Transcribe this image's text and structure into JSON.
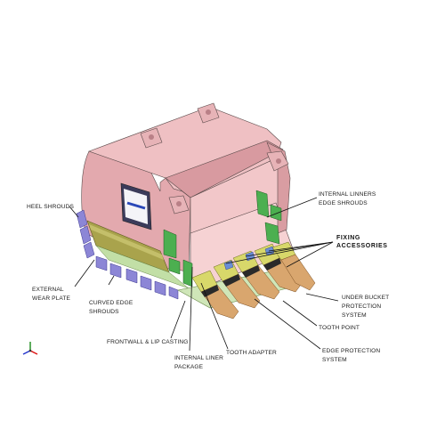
{
  "colors": {
    "bucket_pink": "#e8b0b4",
    "bucket_shadow": "#c99096",
    "liner_green": "#4caf50",
    "shroud_purple": "#8c86d6",
    "wear_plate_olive": "#a6a04a",
    "tooth_tan": "#d9a66e",
    "tooth_adapter": "#d8d86a"
  },
  "labels": {
    "heel_shrouds": "HEEL SHROUDS",
    "external_wear_plate_1": "EXTERNAL",
    "external_wear_plate_2": "WEAR PLATE",
    "curved_edge_shrouds_1": "CURVED EDGE",
    "curved_edge_shrouds_2": "SHROUDS",
    "frontwall_lip_casting": "FRONTWALL & LIP CASTING",
    "internal_liner_package_1": "INTERNAL LINER",
    "internal_liner_package_2": "PACKAGE",
    "tooth_adapter": "TOOTH ADAPTER",
    "edge_protection_system_1": "EDGE PROTECTION",
    "edge_protection_system_2": "SYSTEM",
    "tooth_point": "TOOTH POINT",
    "under_bucket_protection_1": "UNDER BUCKET",
    "under_bucket_protection_2": "PROTECTION",
    "under_bucket_protection_3": "SYSTEM",
    "fixing_accessories_1": "FIXING",
    "fixing_accessories_2": "ACCESSORIES",
    "internal_linners_1": "INTERNAL LINNERS",
    "internal_linners_2": "EDGE SHROUDS"
  },
  "axis_triad": {
    "x_axis_color": "#d11",
    "y_axis_color": "#1a8a1a",
    "z_axis_color": "#2233cc"
  }
}
